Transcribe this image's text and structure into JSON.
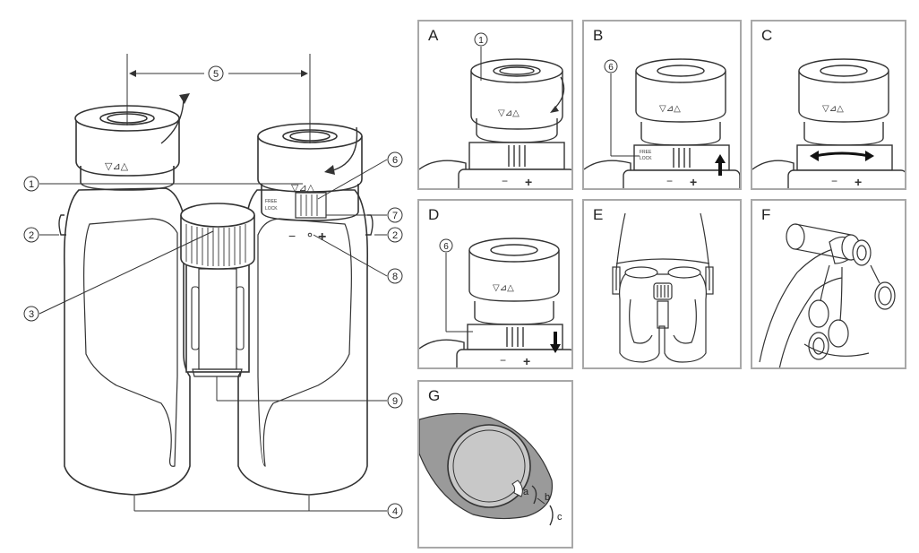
{
  "main_callouts": [
    "1",
    "2",
    "3",
    "4",
    "5",
    "6",
    "7",
    "8",
    "9"
  ],
  "panels": [
    {
      "letter": "A",
      "callout": "1"
    },
    {
      "letter": "B",
      "callout": "6"
    },
    {
      "letter": "C",
      "callout": ""
    },
    {
      "letter": "D",
      "callout": "6"
    },
    {
      "letter": "E",
      "callout": ""
    },
    {
      "letter": "F",
      "callout": ""
    },
    {
      "letter": "G",
      "callout": ""
    }
  ],
  "panel_g_labels": {
    "a": "a",
    "b": "b",
    "c": "c"
  },
  "eyecup_marks": "▽⊿△",
  "lock_text": {
    "free": "FREE",
    "lock": "LOCK"
  },
  "diopter_signs": {
    "minus": "−",
    "plus": "+"
  }
}
